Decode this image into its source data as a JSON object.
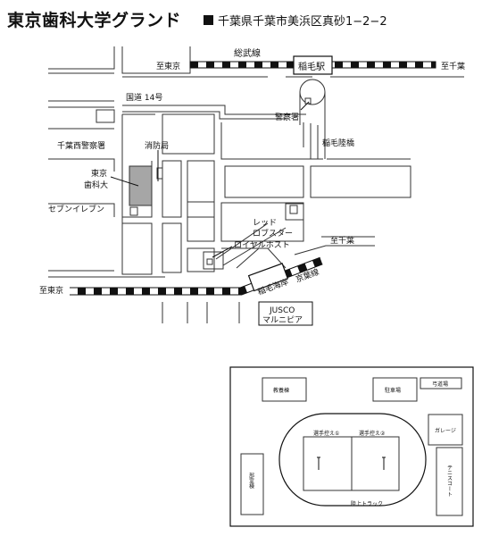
{
  "header": {
    "title": "東京歯科大学グランド",
    "address": "千葉県千葉市美浜区真砂1−2−2"
  },
  "area_map": {
    "labels": {
      "sobu_line": "総武線",
      "to_tokyo_top": "至東京",
      "to_chiba_top": "至千葉",
      "inage_station": "稲毛駅",
      "route14": "国道 14号",
      "police": "警察署",
      "chiba_nishi_police": "千葉西警察署",
      "fire_station": "消防局",
      "inage_bridge": "稲毛陸橋",
      "tdc_line1": "東京",
      "tdc_line2": "歯科大",
      "seven_eleven": "セブンイレブン",
      "red_lobster_1": "レッド",
      "red_lobster_2": "ロブスター",
      "royal_host": "ロイヤルホスト",
      "to_chiba_bottom": "至千葉",
      "to_tokyo_bottom": "至東京",
      "inage_kaigan": "稲毛海岸",
      "keiyo_line": "京葉線",
      "jusco_1": "JUSCO",
      "jusco_2": "マルニピア"
    }
  },
  "ground_map": {
    "labels": {
      "classroom": "教養棟",
      "parking": "駐車場",
      "archery": "弓道場",
      "garage": "ガレージ",
      "clubhouse": "部室棟",
      "tennis": "テニスコート",
      "bullpen1": "選手控え①",
      "bullpen2": "選手控え②",
      "track": "陸上トラック"
    }
  }
}
